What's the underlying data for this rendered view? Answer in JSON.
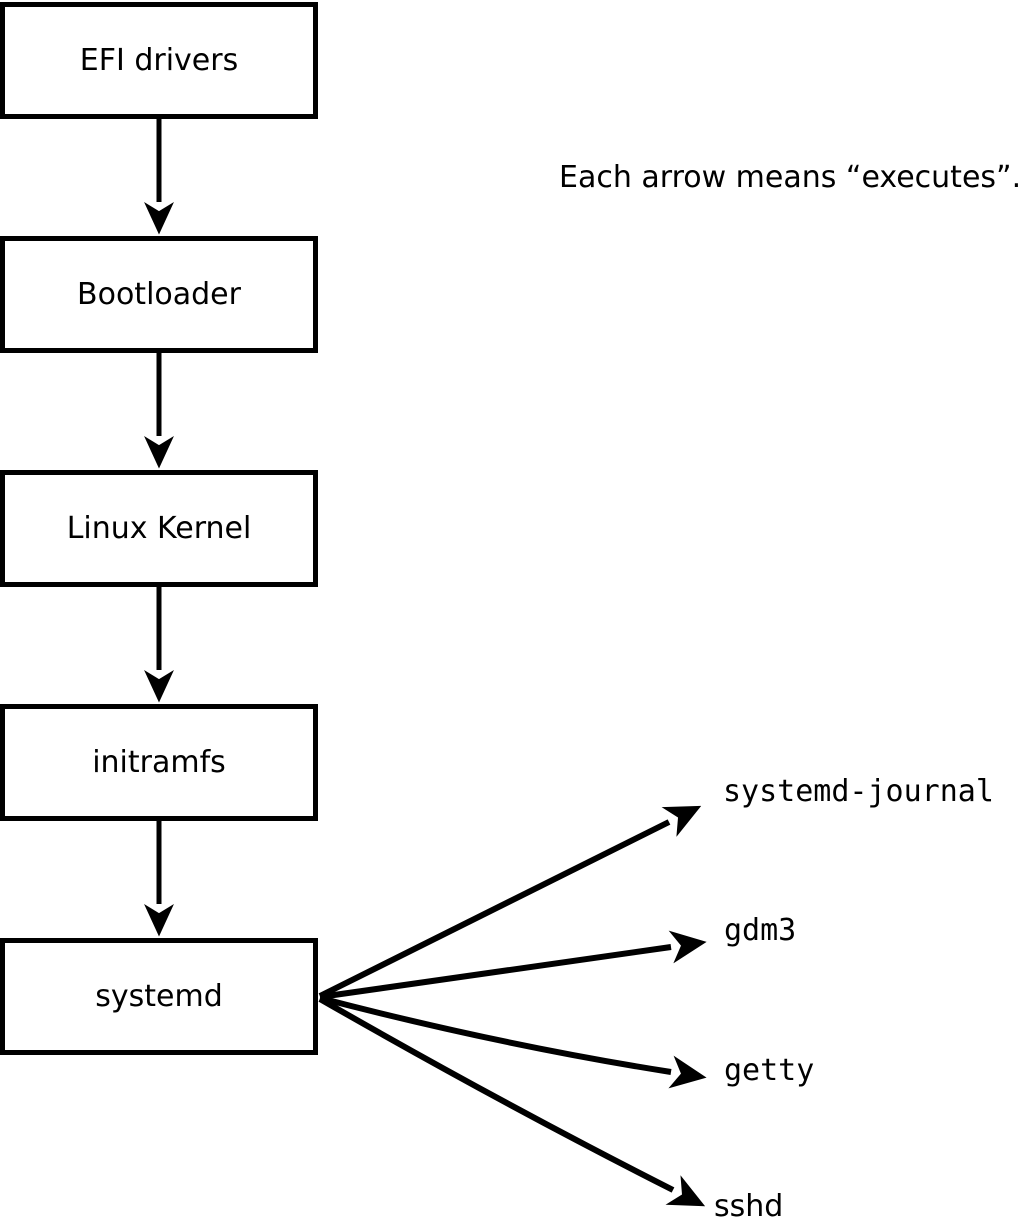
{
  "colors": {
    "background": "#ffffff",
    "ink": "#000000"
  },
  "annotation": {
    "text": "Each arrow means “executes”."
  },
  "chain": [
    {
      "label": "EFI drivers"
    },
    {
      "label": "Bootloader"
    },
    {
      "label": "Linux Kernel"
    },
    {
      "label": "initramfs"
    },
    {
      "label": "systemd"
    }
  ],
  "fanout": {
    "targets": [
      {
        "label": "systemd-journal"
      },
      {
        "label": "gdm3"
      },
      {
        "label": "getty"
      },
      {
        "label": "sshd"
      }
    ]
  }
}
